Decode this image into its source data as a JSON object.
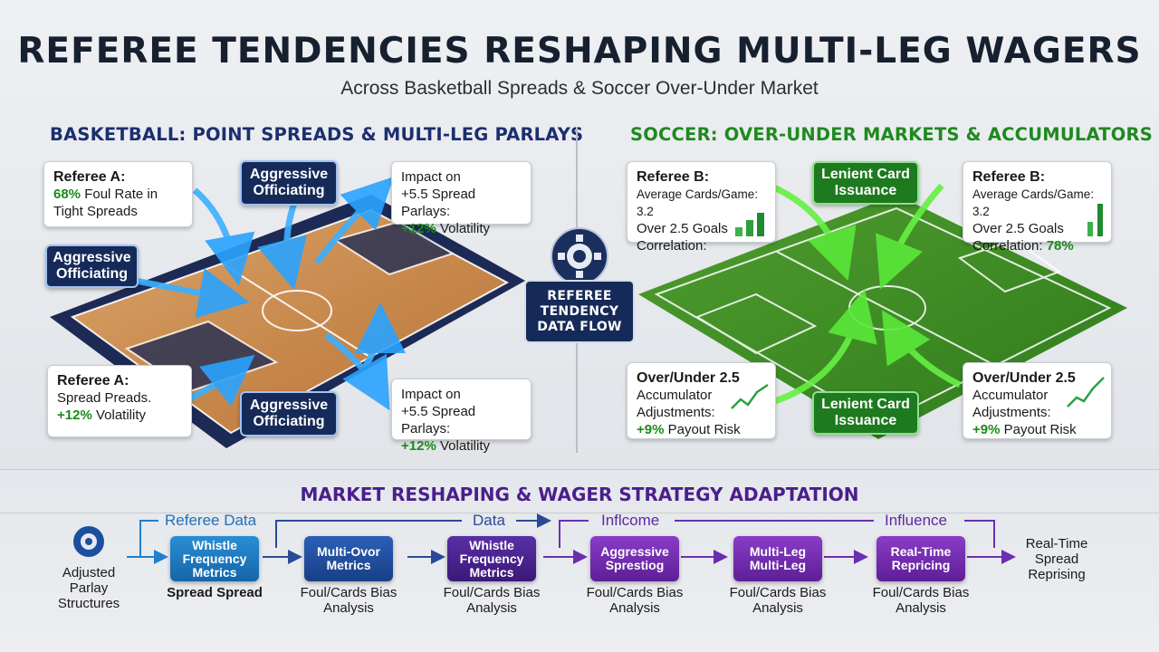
{
  "title": "REFEREE TENDENCIES RESHAPING MULTI-LEG WAGERS",
  "subtitle": "Across Basketball Spreads & Soccer Over-Under Market",
  "basketball": {
    "heading": "BASKETBALL: POINT SPREADS & MULTI-LEG PARLAYS",
    "card1": {
      "title": "Referee A:",
      "stat": "68%",
      "line1": " Foul Rate in",
      "line2": "Tight Spreads"
    },
    "badge_top": "Aggressive Officiating",
    "card2": {
      "line1": "Impact on",
      "line2": "+5.5 Spread Parlays:",
      "stat": "+12%",
      "line3": " Volatility"
    },
    "badge_left": "Aggressive Officiating",
    "card3": {
      "title": "Referee A:",
      "line1": "Spread Preads.",
      "stat": "+12%",
      "line2": " Volatility"
    },
    "badge_bottom": "Aggressive Officiating",
    "card4": {
      "line1": "Impact on",
      "line2": "+5.5 Spread Parlays:",
      "stat": "+12%",
      "line3": " Volatility"
    }
  },
  "hub": {
    "label": "REFEREE TENDENCY DATA FLOW",
    "icon": "gear-icon"
  },
  "soccer": {
    "heading": "SOCCER: OVER-UNDER MARKETS & ACCUMULATORS",
    "card1": {
      "title": "Referee B:",
      "line1": "Average Cards/Game: 3.2",
      "line2": "Over 2.5 Goals",
      "line3": "Correlation:"
    },
    "badge_top": "Lenient Card Issuance",
    "card2": {
      "title": "Referee B:",
      "line1": "Average Cards/Game: 3.2",
      "line2": "Over 2.5 Goals",
      "line3": "Correlation: ",
      "stat": "78%"
    },
    "card3": {
      "title": "Over/Under 2.5",
      "line1": "Accumulator",
      "line2": "Adjustments:",
      "stat": "+9%",
      "line3": " Payout Risk"
    },
    "badge_bottom": "Lenient Card Issuance",
    "card4": {
      "title": "Over/Under 2.5",
      "line1": "Accumulator",
      "line2": "Adjustments:",
      "stat": "+9%",
      "line3": " Payout Risk"
    }
  },
  "market": {
    "heading": "MARKET RESHAPING & WAGER STRATEGY ADAPTATION",
    "left_label": "Adjusted Parlay Structures",
    "right_label": "Real-Time Spread Reprising",
    "flow_labels": [
      "Referee Data",
      "Data",
      "Inflcome",
      "Influence"
    ],
    "nodes": [
      {
        "label": "Whistle Frequency Metrics",
        "sub": "Spread Spread"
      },
      {
        "label": "Multi-Ovor Metrics",
        "sub": "Foul/Cards Bias Analysis"
      },
      {
        "label": "Whistle Frequency Metrics",
        "sub": "Foul/Cards Bias Analysis"
      },
      {
        "label": "Aggressive Sprestiog",
        "sub": "Foul/Cards Bias Analysis"
      },
      {
        "label": "Multi-Leg Multi-Leg",
        "sub": "Foul/Cards Bias Analysis"
      },
      {
        "label": "Real-Time Repricing",
        "sub": "Foul/Cards Bias Analysis"
      }
    ]
  },
  "colors": {
    "navy": "#152a58",
    "basketball_heading": "#1c2f6e",
    "soccer_heading": "#1e8a1e",
    "market_heading": "#4b1e8c",
    "stat_green": "#1a8a1a"
  }
}
